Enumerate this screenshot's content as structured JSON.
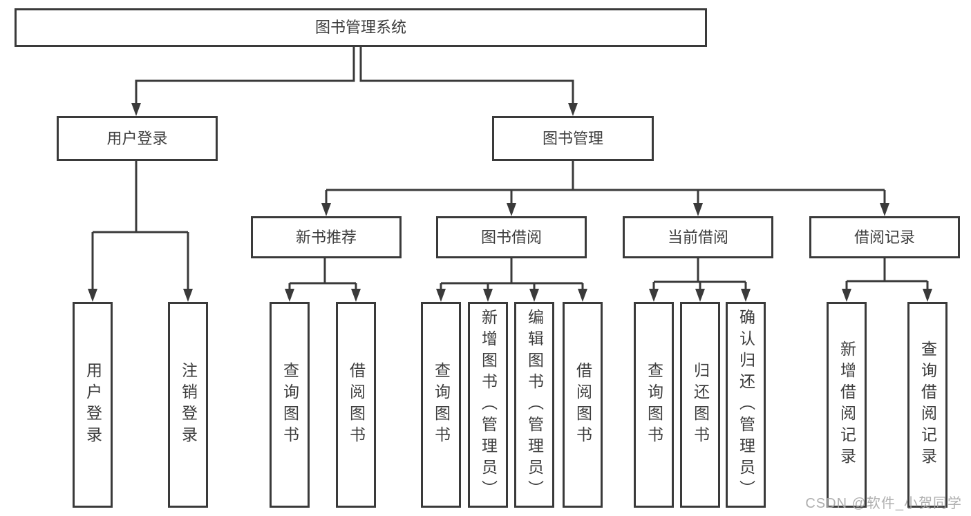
{
  "tree": {
    "root": {
      "label": "图书管理系统",
      "children": [
        {
          "label": "用户登录",
          "children": [
            {
              "label": "用户登录"
            },
            {
              "label": "注销登录"
            }
          ]
        },
        {
          "label": "图书管理",
          "children": [
            {
              "label": "新书推荐",
              "children": [
                {
                  "label": "查询图书"
                },
                {
                  "label": "借阅图书"
                }
              ]
            },
            {
              "label": "图书借阅",
              "children": [
                {
                  "label": "查询图书"
                },
                {
                  "label": "新增图书（管理员）"
                },
                {
                  "label": "编辑图书（管理员）"
                },
                {
                  "label": "借阅图书"
                }
              ]
            },
            {
              "label": "当前借阅",
              "children": [
                {
                  "label": "查询图书"
                },
                {
                  "label": "归还图书"
                },
                {
                  "label": "确认归还（管理员）"
                }
              ]
            },
            {
              "label": "借阅记录",
              "children": [
                {
                  "label": "新增借阅记录"
                },
                {
                  "label": "查询借阅记录"
                }
              ]
            }
          ]
        }
      ]
    }
  },
  "watermark": {
    "text": "CSDN @软件_小贺同学"
  },
  "colors": {
    "line": "#3a3a3a",
    "box_border": "#3a3a3a",
    "box_text": "#3d3d3d",
    "background": "#ffffff",
    "watermark": "#a8a8a8"
  }
}
